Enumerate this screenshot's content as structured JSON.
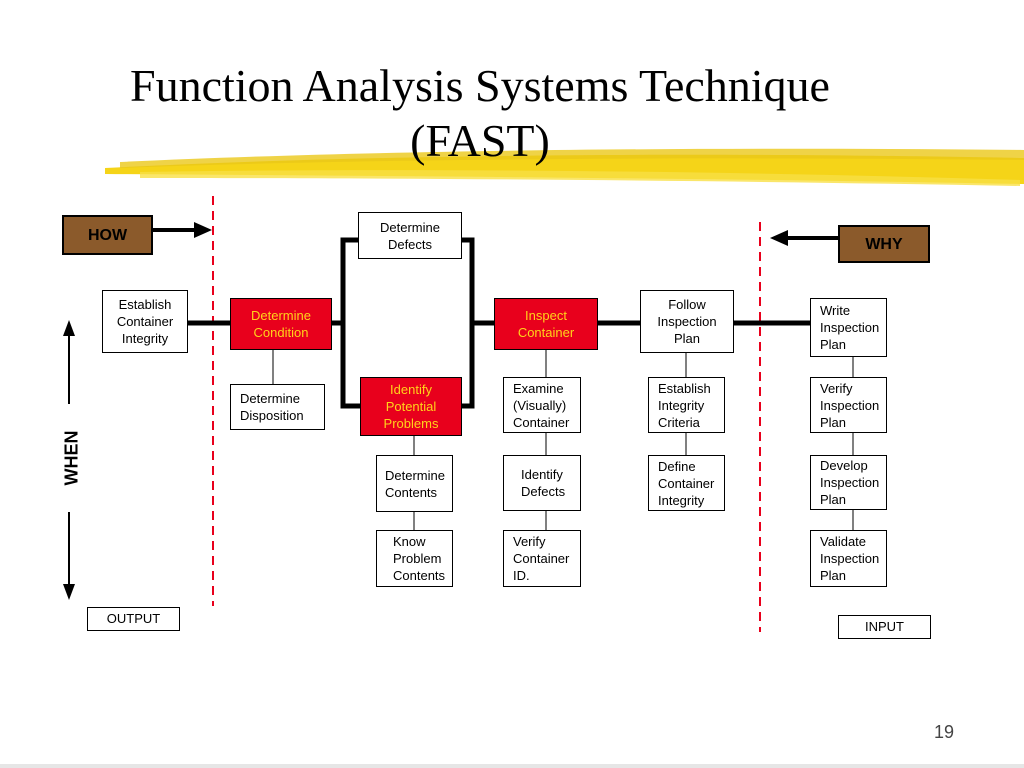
{
  "slide": {
    "title_line1": "Function Analysis Systems Technique",
    "title_line2": "(FAST)",
    "page_number": "19"
  },
  "labels": {
    "how": "HOW",
    "why": "WHY",
    "when": "WHEN",
    "output": "OUTPUT",
    "input": "INPUT"
  },
  "boxes": {
    "determine_defects": "Determine\nDefects",
    "establish_container_integrity": "Establish\nContainer\nIntegrity",
    "determine_condition": "Determine\nCondition",
    "inspect_container": "Inspect\nContainer",
    "follow_inspection_plan": "Follow\nInspection\nPlan",
    "write_inspection_plan": "Write\nInspection\nPlan",
    "determine_disposition": "Determine\nDisposition",
    "identify_potential_problems": "Identify\nPotential\nProblems",
    "examine_visually_container": "Examine\n(Visually)\nContainer",
    "establish_integrity_criteria": "Establish\nIntegrity\nCriteria",
    "verify_inspection_plan": "Verify\nInspection\nPlan",
    "determine_contents": "Determine\nContents",
    "identify_defects": "Identify\nDefects",
    "define_container_integrity": "Define\nContainer\nIntegrity",
    "develop_inspection_plan": "Develop\nInspection\nPlan",
    "know_problem_contents": "Know\nProblem\nContents",
    "verify_container_id": "Verify\nContainer\nID.",
    "validate_inspection_plan": "Validate\nInspection\nPlan"
  },
  "colors": {
    "critical_path_box": "#e8001c",
    "critical_path_text": "#ffd21a",
    "tag_fill": "#8b5a2b",
    "scope_line": "#e8001c",
    "highlight_stroke": "#f2c500"
  }
}
